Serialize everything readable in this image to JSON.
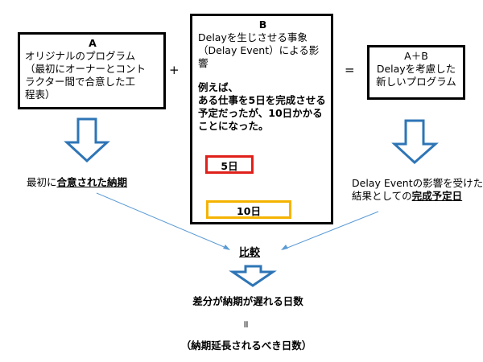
{
  "box_a": {
    "header": "A",
    "lines": [
      "オリジナルのプログラム",
      "（最初にオーナーとコント",
      "ラクター間で合意した工",
      "程表）"
    ]
  },
  "plus": "+",
  "box_b": {
    "header": "B",
    "lines": [
      "Delayを生じさせる事象",
      "（Delay Event）による影",
      "響"
    ],
    "example_lines": [
      "例えば、",
      "ある仕事を5日を完成させる",
      "予定だったが、10日かかる",
      "ことになった。"
    ],
    "before_label": "5日",
    "after_label": "10日"
  },
  "equals": "=",
  "box_ab": {
    "header": "A＋B",
    "lines": [
      "Delayを考慮した",
      "新しいプログラム"
    ]
  },
  "left_caption": {
    "prefix": "最初に",
    "underlined": "合意された納期"
  },
  "right_caption": {
    "line1": "Delay Eventの影響を受けた",
    "line2_prefix": "結果としての",
    "line2_underlined": "完成予定日"
  },
  "compare": "比較",
  "result_text": "差分が納期が遅れる日数",
  "equiv_symbol": "॥",
  "final_text": "（納期延長されるべき日数）",
  "colors": {
    "arrow_blue": "#2e75b6",
    "line_blue": "#5b9bd5",
    "red": "#e0201a",
    "orange": "#f5b300"
  }
}
